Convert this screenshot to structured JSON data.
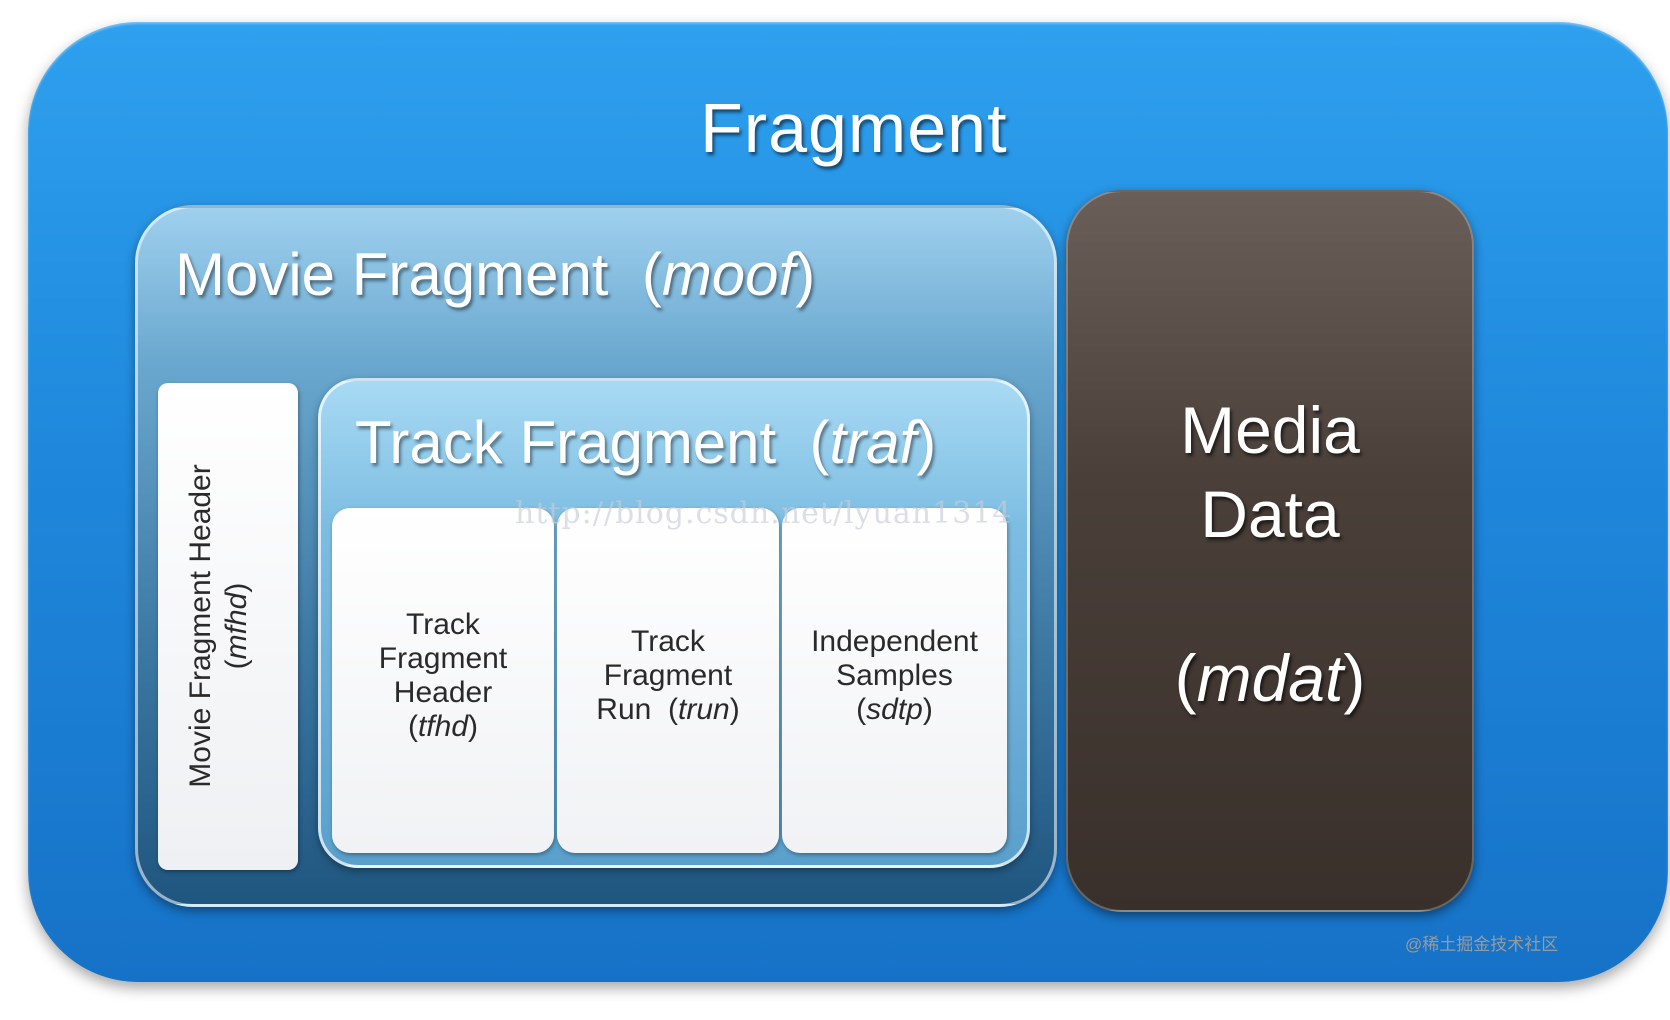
{
  "fragment": {
    "title": "Fragment"
  },
  "moof": {
    "name": "Movie Fragment",
    "abbr": "moof"
  },
  "mfhd": {
    "name": "Movie Fragment Header",
    "abbr": "mfhd"
  },
  "traf": {
    "name": "Track Fragment",
    "abbr": "traf"
  },
  "tfhd": {
    "line1": "Track",
    "line2": "Fragment",
    "line3": "Header",
    "abbr": "tfhd"
  },
  "trun": {
    "line1": "Track",
    "line2": "Fragment",
    "line3": "Run",
    "abbr": "trun"
  },
  "sdtp": {
    "line1": "Independent",
    "line2": "Samples",
    "abbr": "sdtp"
  },
  "mdat": {
    "line1": "Media",
    "line2": "Data",
    "abbr": "mdat"
  },
  "watermarks": {
    "url": "http://blog.csdn.net/lyuan1314",
    "corner": "@稀土掘金技术社区"
  },
  "colors": {
    "fragment_blue": "#1f88dc",
    "moof_blue": "#6aa8cf",
    "traf_blue": "#7dbde2",
    "mdat_brown": "#4a3f39",
    "card_white": "#ffffff"
  }
}
